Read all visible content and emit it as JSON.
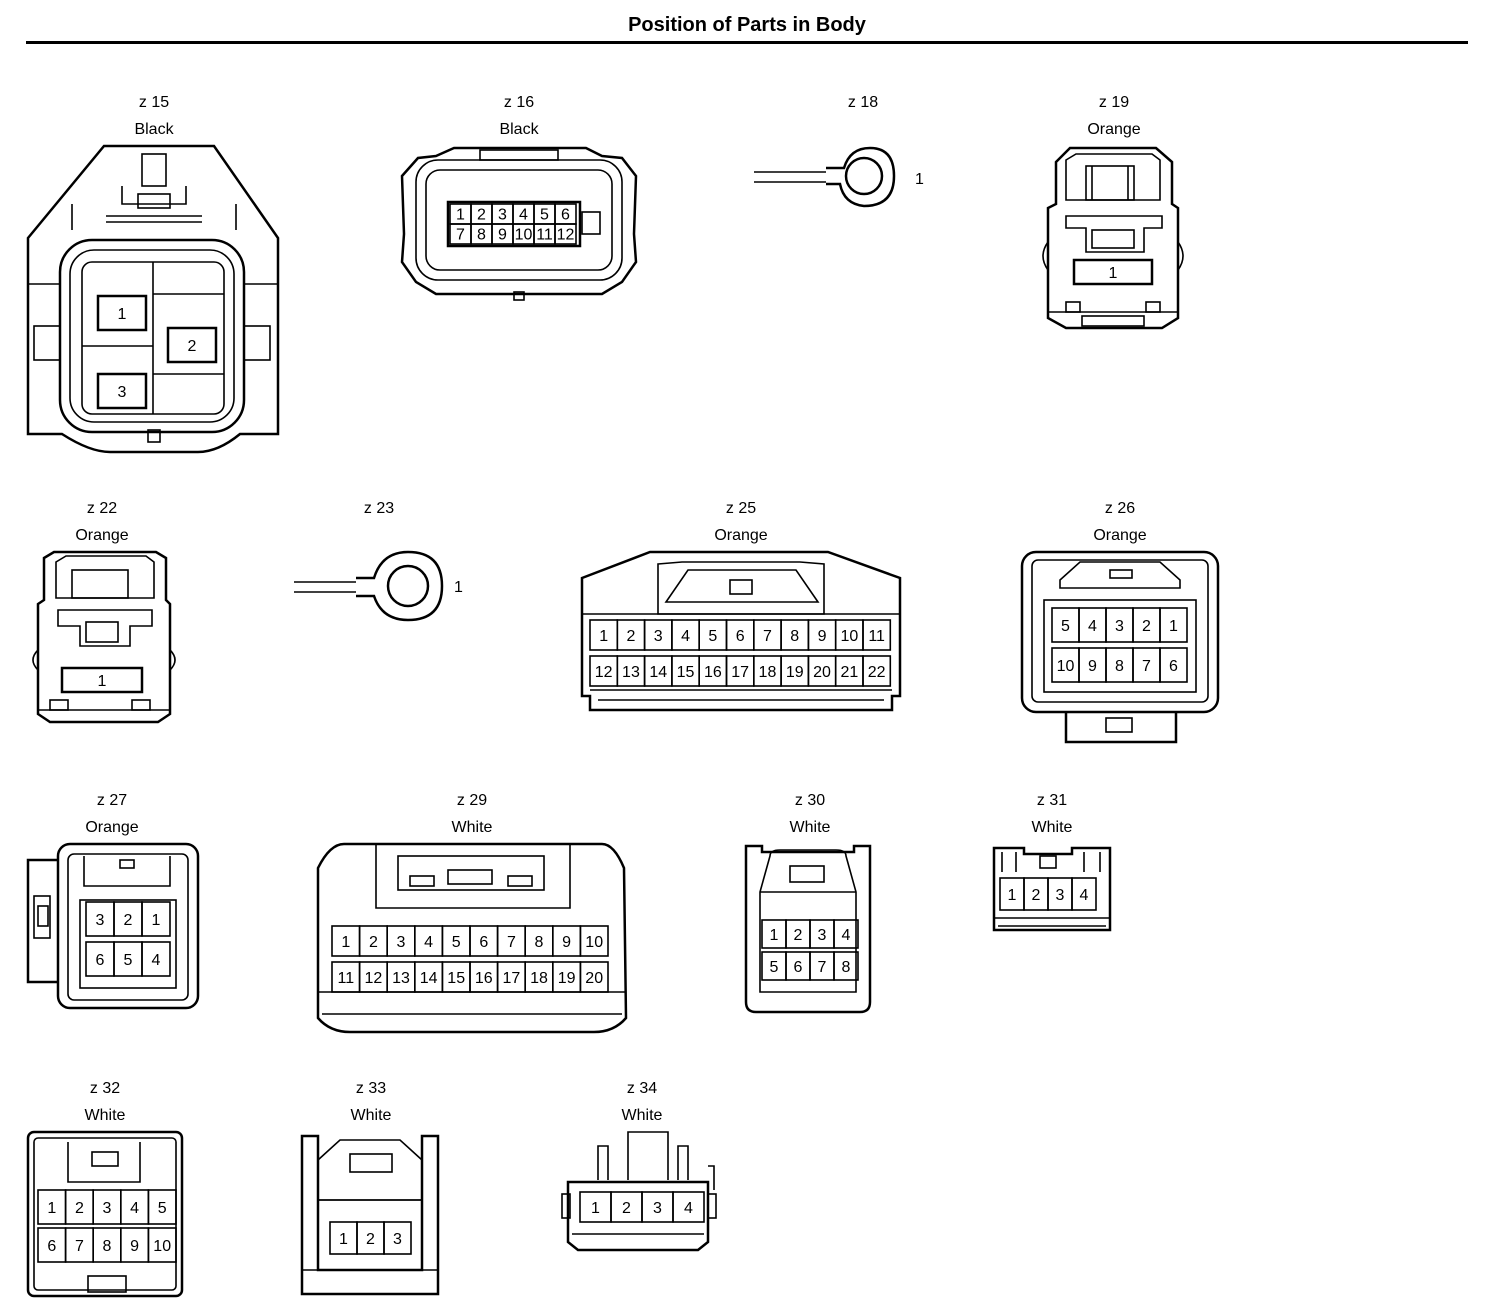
{
  "page": {
    "title": "Position of Parts in Body"
  },
  "connectors": [
    {
      "id": "z 15",
      "color": "Black",
      "pins": [
        "1",
        "2",
        "3"
      ]
    },
    {
      "id": "z 16",
      "color": "Black",
      "pins": [
        "1",
        "2",
        "3",
        "4",
        "5",
        "6",
        "7",
        "8",
        "9",
        "10",
        "11",
        "12"
      ]
    },
    {
      "id": "z 18",
      "color": "",
      "pins": [
        "1"
      ]
    },
    {
      "id": "z 19",
      "color": "Orange",
      "pins": [
        "1"
      ]
    },
    {
      "id": "z 22",
      "color": "Orange",
      "pins": [
        "1"
      ]
    },
    {
      "id": "z 23",
      "color": "",
      "pins": [
        "1"
      ]
    },
    {
      "id": "z 25",
      "color": "Orange",
      "pins": [
        "1",
        "2",
        "3",
        "4",
        "5",
        "6",
        "7",
        "8",
        "9",
        "10",
        "11",
        "12",
        "13",
        "14",
        "15",
        "16",
        "17",
        "18",
        "19",
        "20",
        "21",
        "22"
      ]
    },
    {
      "id": "z 26",
      "color": "Orange",
      "pins": [
        "1",
        "2",
        "3",
        "4",
        "5",
        "6",
        "7",
        "8",
        "9",
        "10"
      ]
    },
    {
      "id": "z 27",
      "color": "Orange",
      "pins": [
        "1",
        "2",
        "3",
        "4",
        "5",
        "6"
      ]
    },
    {
      "id": "z 29",
      "color": "White",
      "pins": [
        "1",
        "2",
        "3",
        "4",
        "5",
        "6",
        "7",
        "8",
        "9",
        "10",
        "11",
        "12",
        "13",
        "14",
        "15",
        "16",
        "17",
        "18",
        "19",
        "20"
      ]
    },
    {
      "id": "z 30",
      "color": "White",
      "pins": [
        "1",
        "2",
        "3",
        "4",
        "5",
        "6",
        "7",
        "8"
      ]
    },
    {
      "id": "z 31",
      "color": "White",
      "pins": [
        "1",
        "2",
        "3",
        "4"
      ]
    },
    {
      "id": "z 32",
      "color": "White",
      "pins": [
        "1",
        "2",
        "3",
        "4",
        "5",
        "6",
        "7",
        "8",
        "9",
        "10"
      ]
    },
    {
      "id": "z 33",
      "color": "White",
      "pins": [
        "1",
        "2",
        "3"
      ]
    },
    {
      "id": "z 34",
      "color": "White",
      "pins": [
        "1",
        "2",
        "3",
        "4"
      ]
    }
  ]
}
